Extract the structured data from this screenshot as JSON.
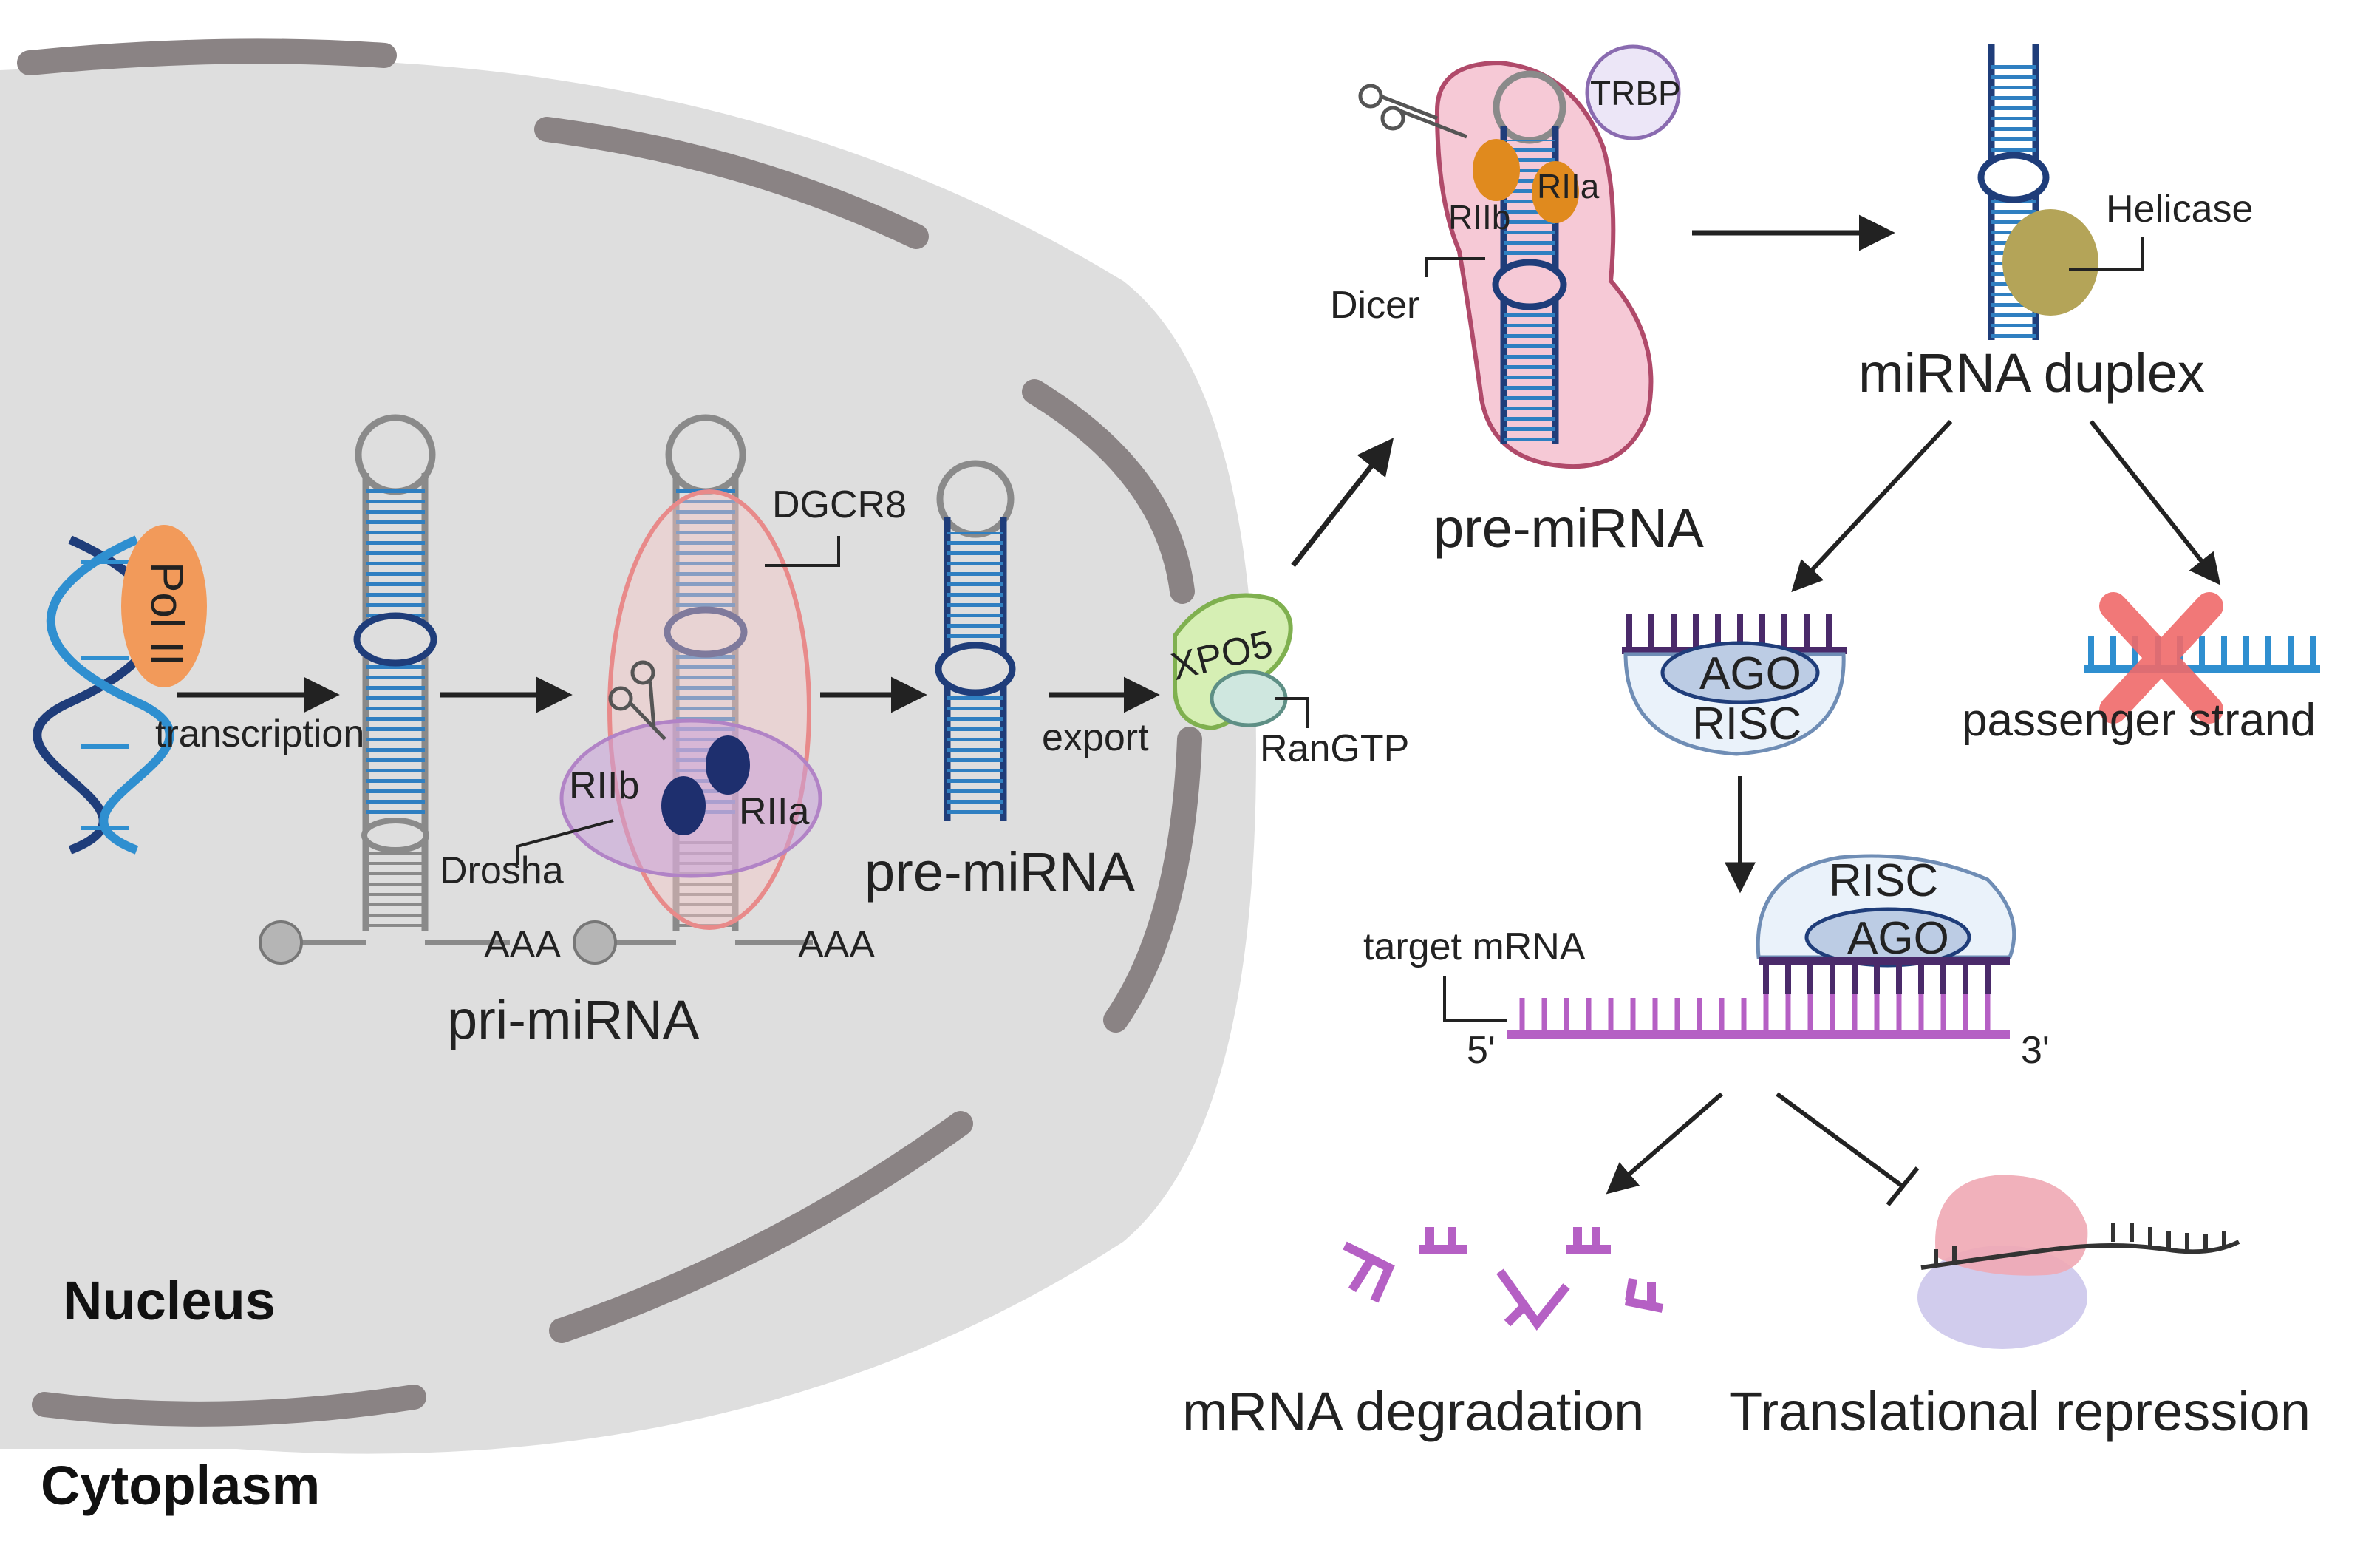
{
  "labels": {
    "pol2": "Pol II",
    "transcription": "transcription",
    "pri_mirna": "pri-miRNA",
    "aaa_1": "AAA",
    "aaa_2": "AAA",
    "dgcr8": "DGCR8",
    "drosha": "Drosha",
    "riib_drosha": "RIIb",
    "riia_drosha": "RIIa",
    "pre_mirna_nucleus": "pre-miRNA",
    "export": "export",
    "xpo5": "XPO5",
    "rangtp": "RanGTP",
    "trbp": "TRBP",
    "riib_dicer": "RIIb",
    "riia_dicer": "RIIa",
    "dicer": "Dicer",
    "pre_mirna_cytoplasm": "pre-miRNA",
    "helicase": "Helicase",
    "mirna_duplex": "miRNA duplex",
    "ago_1": "AGO",
    "risc_1": "RISC",
    "passenger_strand": "passenger strand",
    "risc_2": "RISC",
    "ago_2": "AGO",
    "target_mrna": "target mRNA",
    "five_prime": "5'",
    "three_prime": "3'",
    "mrna_degradation": "mRNA degradation",
    "translational_repression": "Translational repression",
    "nucleus": "Nucleus",
    "cytoplasm": "Cytoplasm"
  },
  "colors": {
    "nucleus_fill": "#dedede",
    "membrane": "#8a8384",
    "rna_blue": "#2f7fc1",
    "rna_dark": "#1f3d7a",
    "pol2": "#f29a5a",
    "drosha": "#c9a0d8",
    "dgcr8": "#e88a8a",
    "rnase_dark": "#1e2f6e",
    "rnase_orange": "#e08a1e",
    "dicer": "#f6c9d6",
    "trbp": "#ece6f7",
    "helicase": "#b4a458",
    "xpo5": "#d6efb4",
    "ago": "#bccce4",
    "mrna": "#b560c4",
    "cross": "#f06a6a"
  }
}
